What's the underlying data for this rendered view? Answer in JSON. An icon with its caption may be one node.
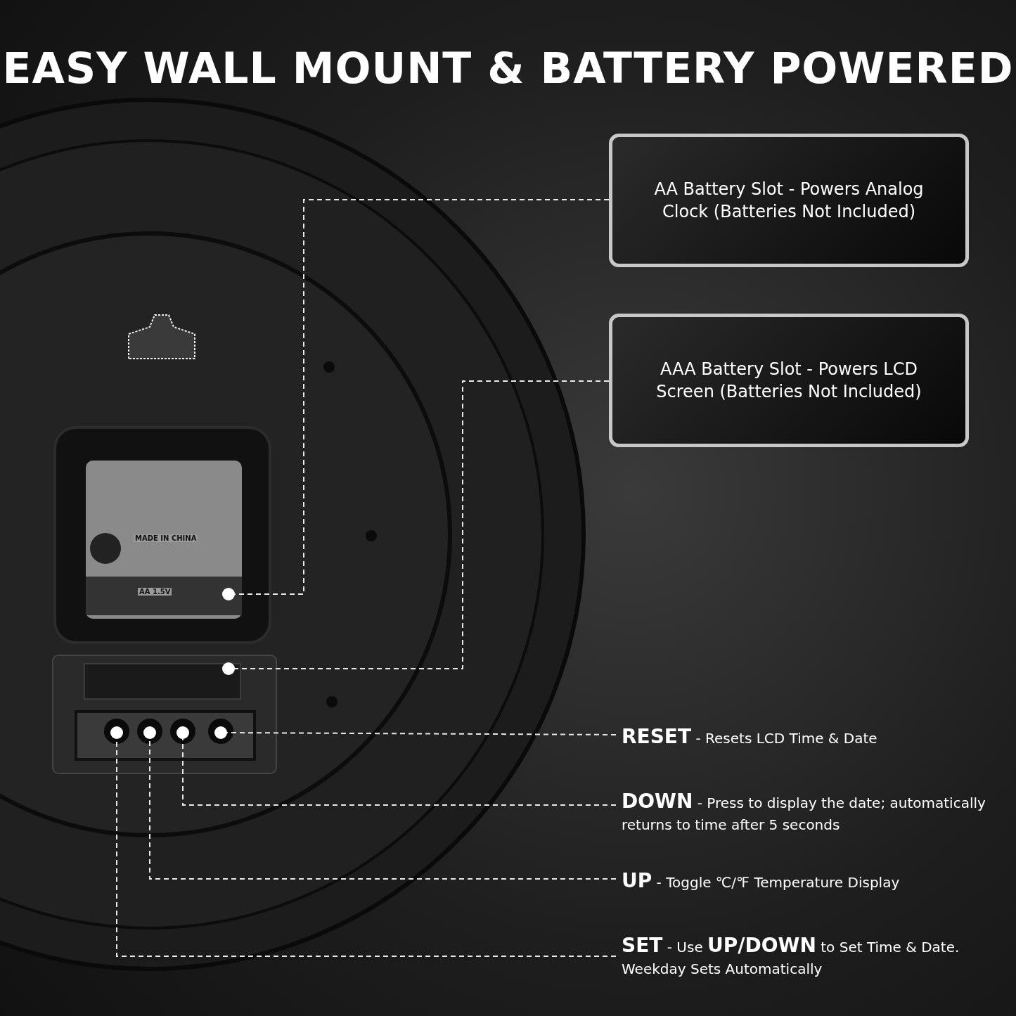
{
  "diagram": {
    "title": "EASY WALL MOUNT & BATTERY POWERED",
    "nodes": [
      {
        "text": [
          "AA Battery Slot - Powers Analog Clock (Batteries Not Included)"
        ]
      },
      {
        "text": [
          "AAA Battery Slot - Powers LCD Screen (Batteries Not Included)"
        ]
      },
      {
        "text": [
          "**RESET** - Resets LCD Time & Date"
        ]
      },
      {
        "text": [
          "**DOWN** - Press to display the date; automatically returns to time after 5 seconds"
        ]
      },
      {
        "text": [
          "**UP** - Toggle ℃/℉ Temperature Display"
        ]
      },
      {
        "text": [
          "**SET** - Use **UP/DOWN** to Set Time & Date. Weekday Sets Automatically"
        ]
      },
      {
        "text": [],
        "shape": "circle"
      },
      {
        "text": [],
        "shape": "circle"
      },
      {
        "text": [],
        "shape": "circle"
      },
      {
        "text": [],
        "shape": "circle"
      },
      {
        "text": [],
        "shape": "circle"
      },
      {
        "text": [],
        "shape": "circle"
      }
    ],
    "edges": [
      {
        "from": 0,
        "to": 6,
        "arrow": "none",
        "style": "dashed"
      },
      {
        "from": 1,
        "to": 7,
        "arrow": "none",
        "style": "dashed"
      },
      {
        "from": 2,
        "to": 8,
        "arrow": "none",
        "style": "dashed"
      },
      {
        "from": 3,
        "to": 9,
        "arrow": "none",
        "style": "dashed"
      },
      {
        "from": 4,
        "to": 10,
        "arrow": "none",
        "style": "dashed"
      },
      {
        "from": 5,
        "to": 11,
        "arrow": "none",
        "style": "dashed"
      }
    ],
    "labels": [
      "MADE IN CHINA",
      "AA 1.5V"
    ]
  }
}
